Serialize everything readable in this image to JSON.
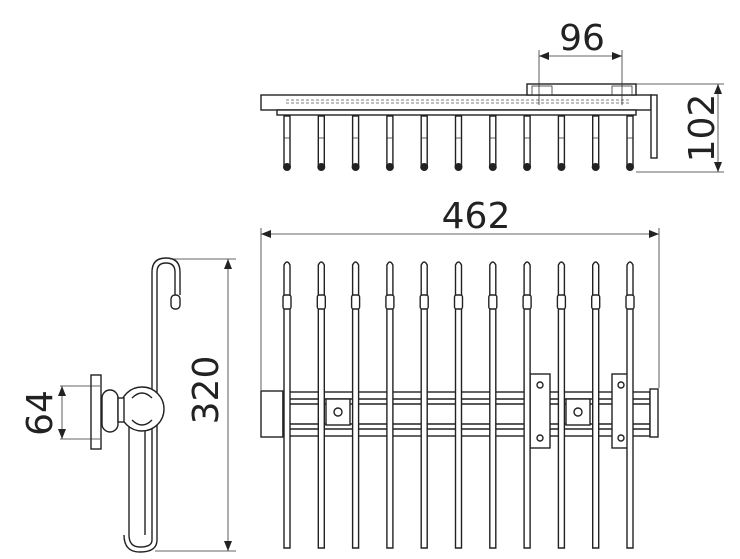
{
  "dimensions": {
    "bracket_spacing": "96",
    "height": "102",
    "width": "462",
    "depth": "320",
    "mount_spacing": "64"
  },
  "drawing": {
    "prong_count": 11,
    "line_color": "#222222",
    "background": "#ffffff"
  }
}
